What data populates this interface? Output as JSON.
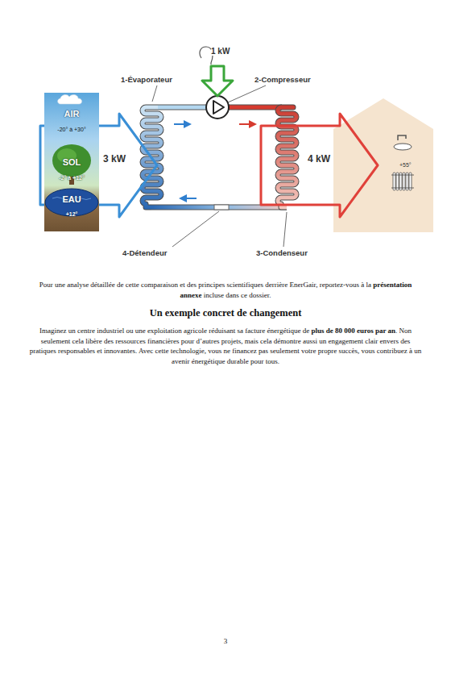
{
  "diagram": {
    "nodes": [
      {
        "text": [
          "AIR",
          "-20° à +30°"
        ]
      },
      {
        "text": [
          "SOL",
          "-2° à +12°"
        ]
      },
      {
        "text": [
          "EAU",
          "+12°"
        ]
      },
      {
        "text": [
          "3 kW"
        ]
      },
      {
        "text": [
          "4 kW"
        ]
      },
      {
        "text": [
          "+55°"
        ]
      }
    ],
    "labels": [
      "1 kW",
      "1-Évaporateur",
      "2-Compresseur",
      "4-Détendeur",
      "3-Condenseur",
      "Pour une analyse détaillée de cette comparaison et des principes scientifiques derrière EnerGair, reportez-vous à la",
      "présentation annexe",
      "incluse dans ce dossier.",
      "Un exemple concret de changement",
      "Imaginez un centre industriel ou une exploitation agricole réduisant sa facture énergétique de",
      "plus de 80 000 euros par an",
      ". Non seulement cela libère des ressources financières pour d’autres projets, mais cela démontre aussi un engagement clair envers des pratiques responsables et innovantes. Avec cette technologie, vous ne financez pas seulement votre propre succès, vous contribuez à un avenir énergétique durable pour tous.",
      "3"
    ]
  }
}
